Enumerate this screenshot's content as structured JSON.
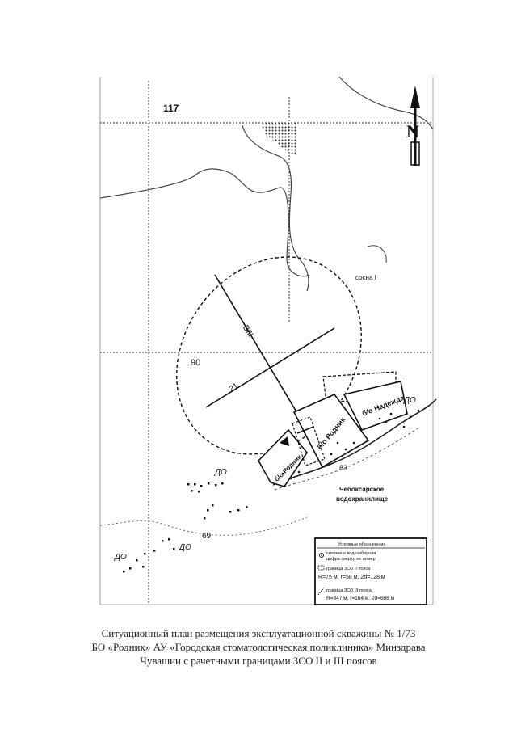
{
  "map": {
    "grid_label_top": "117",
    "north_symbol": "N",
    "label_sosna": "сосна I",
    "label_90": "90",
    "label_21": "21",
    "label_axis": "BIII",
    "label_do": [
      "ДО",
      "ДО",
      "ДО",
      "ДО"
    ],
    "label_83": "83",
    "label_69": "69",
    "label_rodnik_1": "б/о Родник",
    "label_rodnik_2": "б/о Родник",
    "label_nadezhda": "б/о Надежда",
    "label_reservoir": [
      "Чебоксарское",
      "водохранилище"
    ]
  },
  "legend": {
    "title": "Условные обозначения",
    "item1": [
      "скважина водозаборная",
      "цифра сверху ее номер"
    ],
    "item2": [
      "граница ЗСО II пояса",
      "R=75 м, r=58 м, 2d=128 м"
    ],
    "item3": [
      "граница ЗСО III пояса",
      "R=847 м, r=164 м, 2d=686 м"
    ]
  },
  "caption": {
    "line1": "Ситуационный план размещения эксплуатационной скважины № 1/73",
    "line2": "БО «Родник» АУ «Городская стоматологическая поликлиника» Минздрава",
    "line3": "Чувашии с рачетными границами ЗСО II и III поясов"
  }
}
